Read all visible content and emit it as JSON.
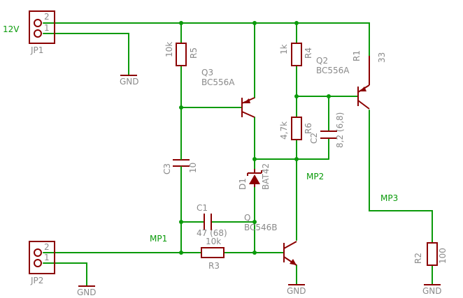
{
  "colors": {
    "wire": "#0a9a0a",
    "part": "#8b0000",
    "text": "#8a8a8a",
    "net": "#0a9a0a"
  },
  "labels": {
    "v12": "12V",
    "jp1": "JP1",
    "jp2": "JP2",
    "jp1_pin2": "2",
    "jp1_pin1": "1",
    "jp2_pin2": "2",
    "jp2_pin1": "1",
    "gnd": "GND",
    "r5_value": "10k",
    "r5_name": "R5",
    "q3_name": "Q3",
    "q3_type": "BC556A",
    "c3_name": "C3",
    "c3_value": "10",
    "c1_name": "C1",
    "c1_value": "47 (68)",
    "r3_value": "10k",
    "r3_name": "R3",
    "mp1": "MP1",
    "d1_name": "D1",
    "d1_type": "BAT42",
    "q1_name": "Q",
    "q1_type": "BC546B",
    "r4_value": "1k",
    "r4_name": "R4",
    "r6_value": "4,7k",
    "r6_name": "R6",
    "c2_name": "C2",
    "c2_value": "8,2 (6,8)",
    "mp2": "MP2",
    "q2_name": "Q2",
    "q2_type": "BC556A",
    "r1_name": "R1",
    "r1_value": "33",
    "mp3": "MP3",
    "r2_name": "R2",
    "r2_value": "100"
  }
}
